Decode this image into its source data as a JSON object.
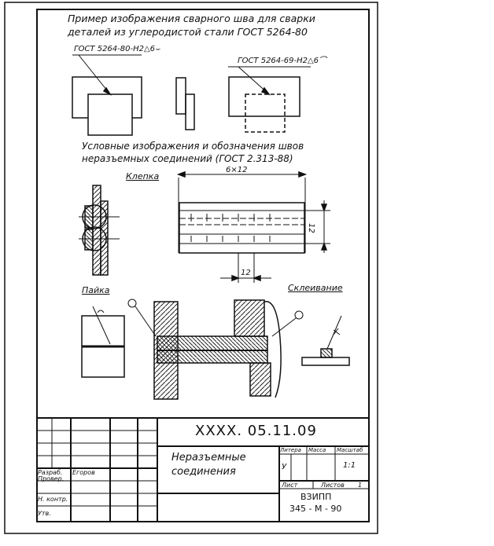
{
  "heading": {
    "line1": "Пример изображения сварного шва для сварки",
    "line2": "деталей из углеродистой стали ГОСТ 5264-80"
  },
  "weld_labels": {
    "left": "ГОСТ 5264-80-Н2△6",
    "left_symbol": "⌣",
    "right": "ГОСТ 5264-69-Н2△6",
    "right_symbol": "⌒"
  },
  "section2": {
    "line1": "Условные изображения и обозначения швов",
    "line2": "неразъемных соединений (ГОСТ 2.313-88)"
  },
  "labels": {
    "rivet": "Клепка",
    "solder": "Пайка",
    "glue": "Склеивание"
  },
  "dimensions": {
    "rivet_pattern": "6×12",
    "rivet_pitch_vertical": "12",
    "rivet_pitch_horizontal": "12"
  },
  "title_block": {
    "doc_number": "ХХХХ. 05.11.09",
    "title_line1": "Неразъемные",
    "title_line2": "соединения",
    "litera_header": "Литера",
    "mass_header": "Масса",
    "scale_header": "Масштаб",
    "litera_value": "У",
    "scale_value": "1:1",
    "sheet_label": "Лист",
    "sheets_label": "Листов",
    "sheets_value": "1",
    "org_line1": "ВЗИПП",
    "org_line2": "345 - М - 90",
    "roles": [
      "Разраб.",
      "Провер.",
      "Н. контр.",
      "Утв."
    ],
    "developer": "Егоров"
  }
}
